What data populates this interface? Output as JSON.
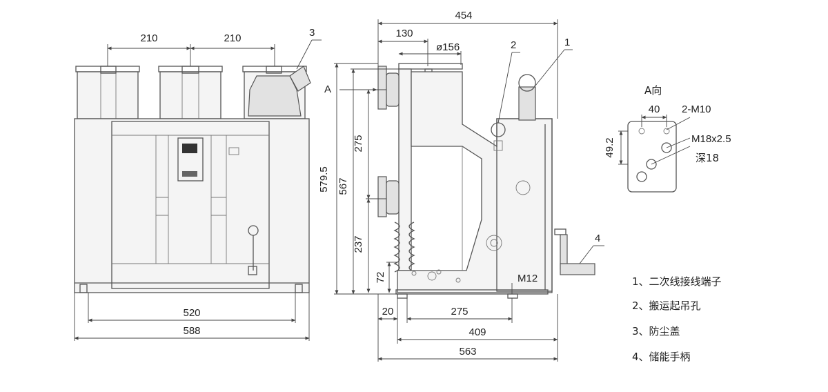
{
  "front_view": {
    "dims": {
      "pitch_left": "210",
      "pitch_right": "210",
      "inner_width": "520",
      "outer_width": "588"
    },
    "callout_dustcover": "3"
  },
  "side_view": {
    "dims": {
      "total_depth": "454",
      "to_pole": "130",
      "pole_diameter": "ø156",
      "overall_height": "579.5",
      "height_567": "567",
      "upper_span": "275",
      "lower_span": "237",
      "base_height": "72",
      "base_offset": "20",
      "wheel_span": "275",
      "base_width": "409",
      "total_width": "563",
      "bottom_thread": "M12"
    },
    "view_marker": "A",
    "callouts": {
      "terminal": "1",
      "lifting_hole": "2",
      "handle": "4"
    }
  },
  "detail_view": {
    "title": "A向",
    "spacing": "40",
    "bolt_spec": "2-M10",
    "thread_spec": "M18x2.5",
    "depth_spec": "深18",
    "vertical_dim": "49.2"
  },
  "legend": {
    "items": [
      "1、二次线接线端子",
      "2、搬运起吊孔",
      "3、防尘盖",
      "4、储能手柄"
    ]
  },
  "colors": {
    "line": "#555555",
    "fill": "#f4f4f4",
    "text": "#222222"
  }
}
